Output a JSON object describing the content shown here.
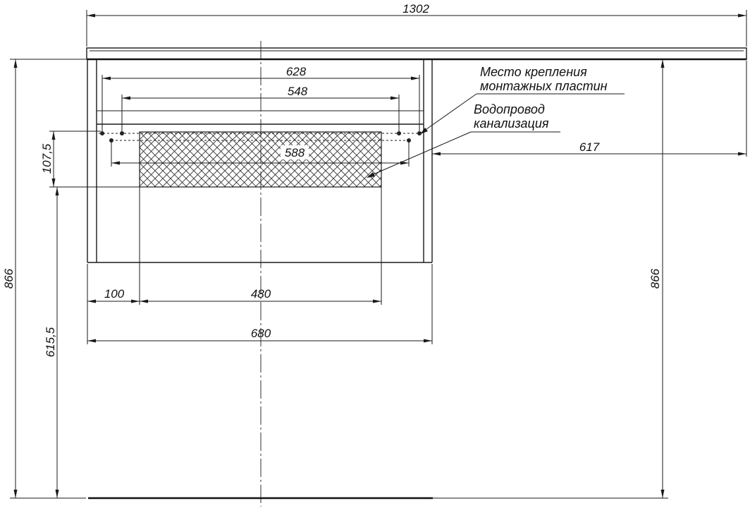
{
  "dimensions": {
    "top_width": "1302",
    "plates_outer": "628",
    "plates_inner": "548",
    "pipes": "588",
    "right_offset": "617",
    "plates_height": "107,5",
    "left_height": "866",
    "right_height": "866",
    "pipes_height": "615,5",
    "left_margin": "100",
    "cutout_width": "480",
    "cabinet_width": "680"
  },
  "annotations": {
    "mounting_plates": [
      "Место крепления",
      "монтажных пластин"
    ],
    "plumbing": [
      "Водопровод",
      "канализация"
    ]
  }
}
